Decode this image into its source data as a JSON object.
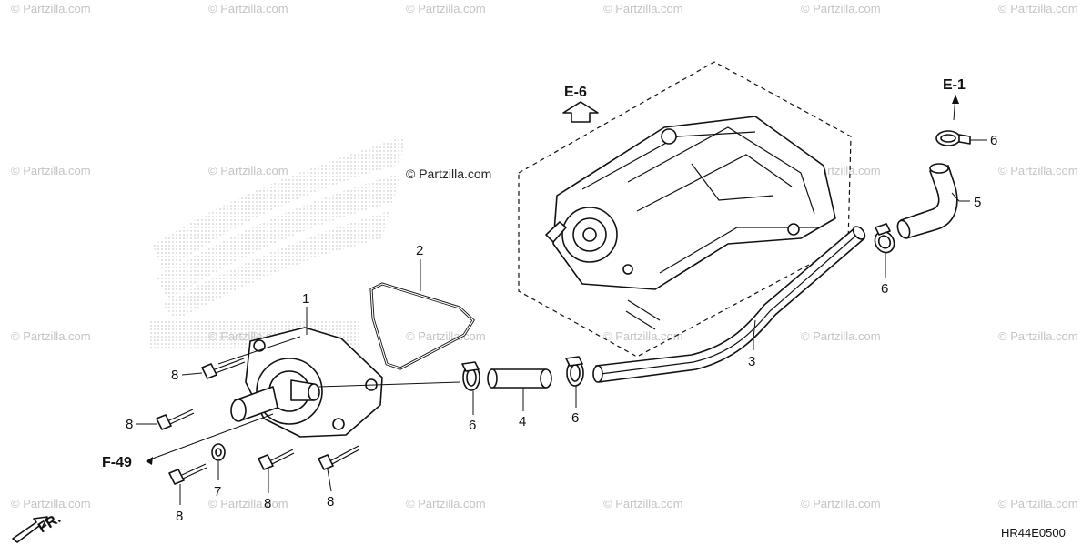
{
  "watermark_text": "© Partzilla.com",
  "credit": "© Partzilla.com",
  "diagram_code": "HR44E0500",
  "front_marker": "FR.",
  "refs": {
    "e6": "E-6",
    "e1": "E-1",
    "f49": "F-49"
  },
  "callouts": {
    "p1": "1",
    "p2": "2",
    "p3": "3",
    "p4": "4",
    "p5": "5",
    "p6a": "6",
    "p6b": "6",
    "p6c": "6",
    "p6d": "6",
    "p7": "7",
    "p8a": "8",
    "p8b": "8",
    "p8c": "8",
    "p8d": "8",
    "p8e": "8"
  },
  "colors": {
    "line": "#111111",
    "watermark": "#c4c4c4",
    "logo_dots": "#d6d6d6"
  }
}
